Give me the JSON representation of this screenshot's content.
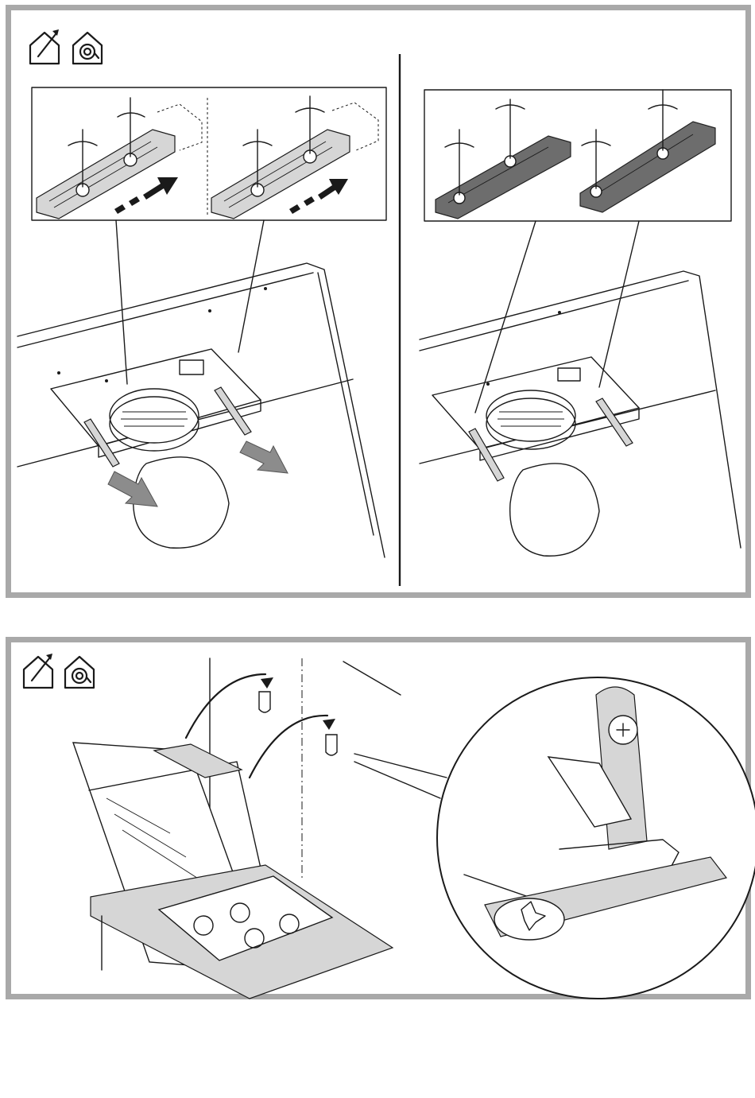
{
  "page": {
    "document_type": "installation-manual-illustration",
    "panels": [
      {
        "id": "top",
        "icons": [
          "house-exhaust-icon",
          "house-recirculation-icon"
        ],
        "steps": [
          {
            "id": "left",
            "arrows": "pull-out"
          },
          {
            "id": "right",
            "arrows": "none"
          }
        ]
      },
      {
        "id": "bottom",
        "icons": [
          "house-exhaust-icon",
          "house-recirculation-icon"
        ],
        "detail": "hook-bracket-zoom"
      }
    ]
  },
  "colors": {
    "frame": "#a9a9a9",
    "line": "#1a1a1a",
    "arrow": "#8c8c8c",
    "surface": "#d6d6d6"
  }
}
